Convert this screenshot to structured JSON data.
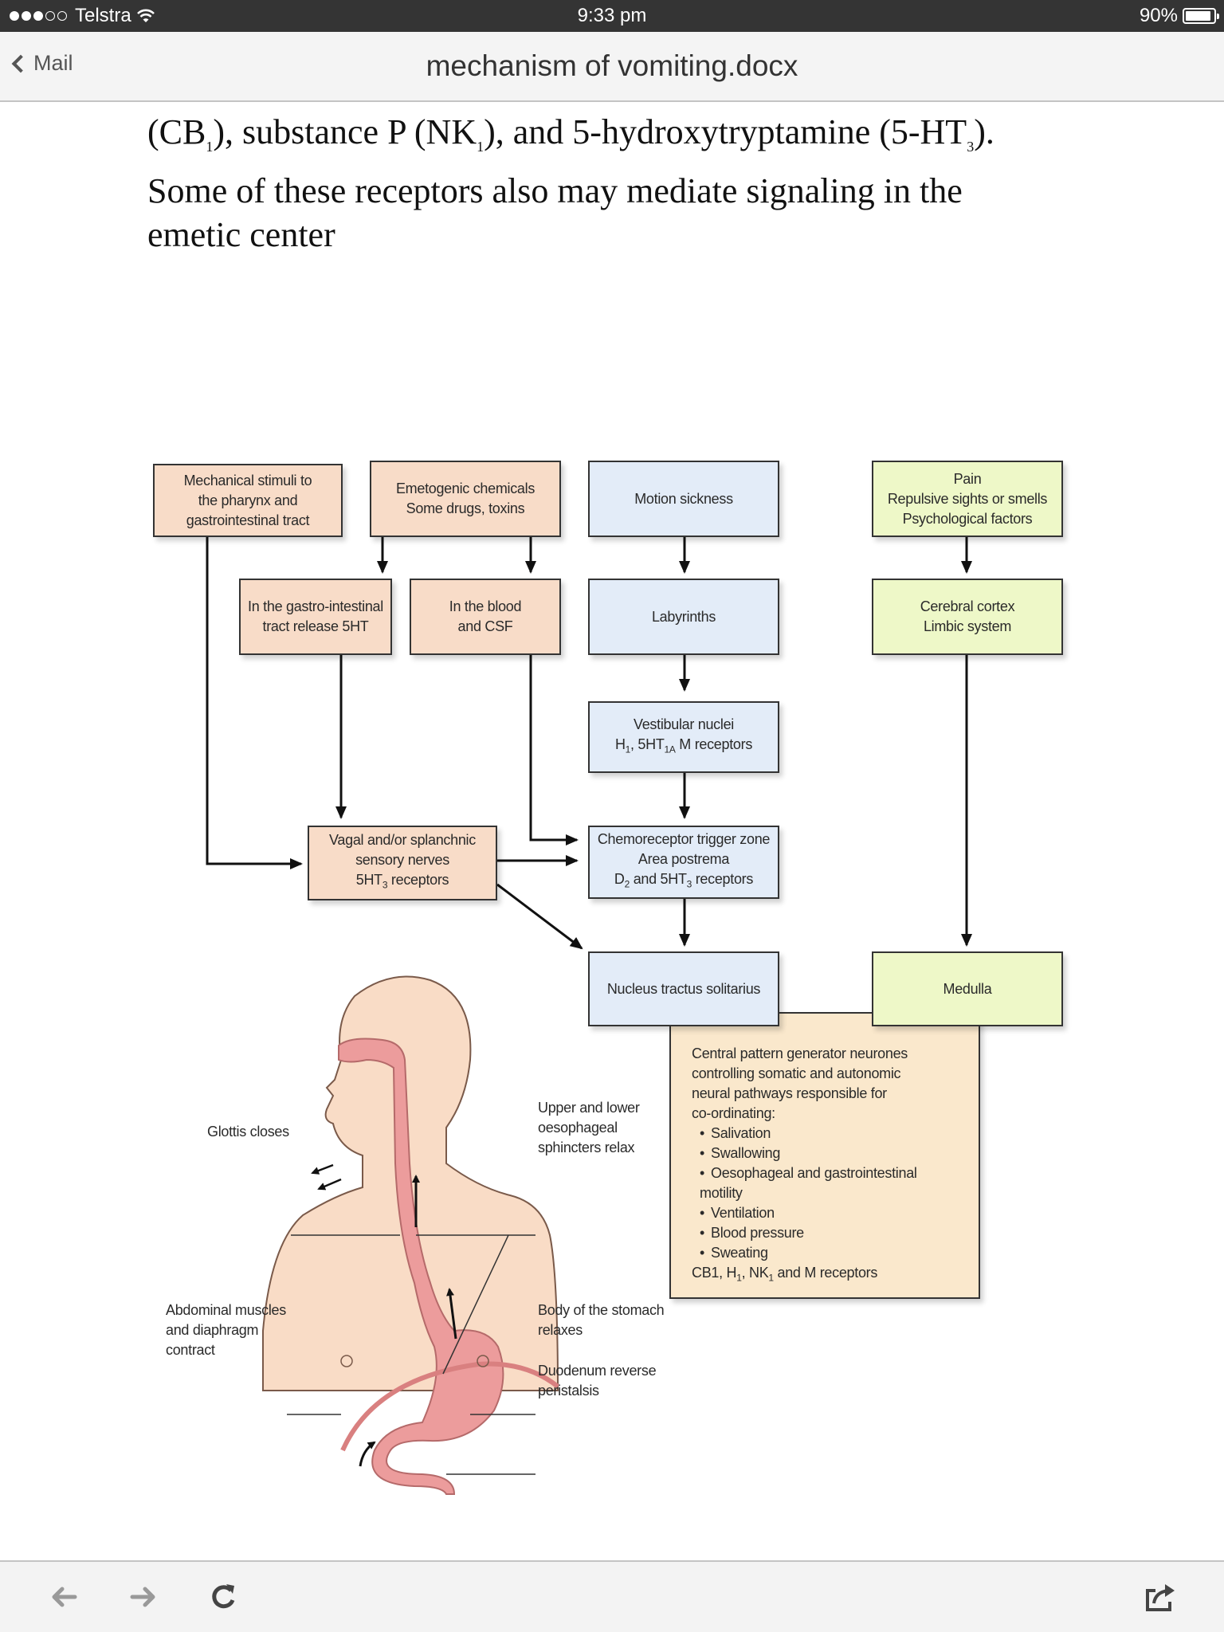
{
  "status_bar": {
    "signal_strength": "3 of 5",
    "carrier": "Telstra",
    "time": "9:33 pm",
    "battery_percent_label": "90%",
    "battery_level": 0.9
  },
  "nav": {
    "back_label": "Mail",
    "title": "mechanism of vomiting.docx"
  },
  "document": {
    "paragraph": {
      "line1_parts": [
        "(CB",
        "1",
        "), substance P (NK",
        "1",
        "), and 5-hydroxytryptamine (5-HT",
        "3",
        ")."
      ],
      "line2": "Some of these receptors also may mediate signaling in the",
      "line3": "emetic center"
    },
    "figure": {
      "boxes": {
        "mechanical": [
          "Mechanical stimuli to",
          "the pharynx and",
          "gastrointestinal tract"
        ],
        "emetogenic": [
          "Emetogenic chemicals",
          "Some drugs, toxins"
        ],
        "motion": [
          "Motion sickness"
        ],
        "pain": [
          "Pain",
          "Repulsive sights or smells",
          "Psychological factors"
        ],
        "gi_tract": [
          "In the gastro-intestinal",
          "tract release 5HT"
        ],
        "blood": [
          "In the blood",
          "and CSF"
        ],
        "labyrinths": [
          "Labyrinths"
        ],
        "cortex": [
          "Cerebral cortex",
          "Limbic system"
        ],
        "vestibular": {
          "line1": "Vestibular nuclei",
          "h": "H",
          "h_sub": "1",
          "mid": ", 5HT",
          "mid_sub": "1A",
          "tail": " M receptors"
        },
        "vagal": {
          "line1": "Vagal and/or splanchnic",
          "line2": "sensory nerves",
          "l3a": "5HT",
          "l3sub": "3",
          "l3b": " receptors"
        },
        "ctz": {
          "line1": "Chemoreceptor trigger zone",
          "line2": "Area postrema",
          "d": "D",
          "d_sub": "2",
          "mid": " and 5HT",
          "mid_sub": "3",
          "tail": " receptors"
        },
        "nts": [
          "Nucleus tractus solitarius"
        ],
        "medulla": [
          "Medulla"
        ],
        "cpg": {
          "intro": [
            "Central pattern generator neurones",
            "controlling somatic and autonomic",
            "neural pathways responsible for",
            "co-ordinating:"
          ],
          "items": [
            "Salivation",
            "Swallowing",
            "Oesophageal and gastrointestinal motility",
            "Ventilation",
            "Blood pressure",
            "Sweating"
          ],
          "receptors": {
            "a": "CB1, H",
            "a_sub": "1",
            "b": ", NK",
            "b_sub": "1",
            "c": " and M receptors"
          }
        }
      },
      "labels": {
        "glottis": "Glottis closes",
        "sphincters": [
          "Upper and lower",
          "oesophageal",
          "sphincters relax"
        ],
        "abdominal": [
          "Abdominal muscles",
          "and diaphragm",
          "contract"
        ],
        "stomach": [
          "Body of the stomach",
          "relaxes"
        ],
        "duodenum": [
          "Duodenum reverse",
          "peristalsis"
        ]
      },
      "colors": {
        "peach": "#f8dcc8",
        "blue": "#e3ecf8",
        "green": "#eef8c8",
        "cpg": "#fae8cc",
        "skin": "#f9dcc6",
        "gut": "#ec9c9c"
      }
    }
  },
  "toolbar": {
    "back_icon": "arrow-left-icon",
    "forward_icon": "arrow-right-icon",
    "reload_icon": "reload-icon",
    "share_icon": "share-icon"
  }
}
